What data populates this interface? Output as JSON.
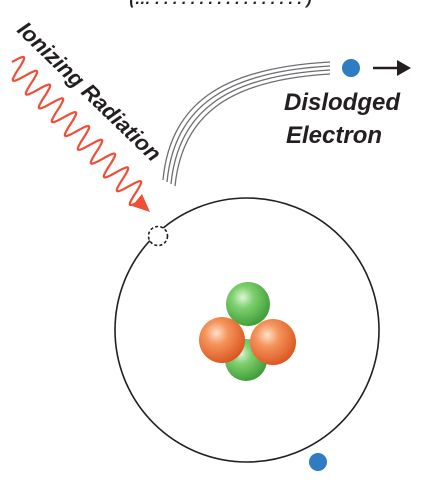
{
  "top_caption": "(… . . . . . . . . . . . . . . . . . )",
  "labels": {
    "ionizing_radiation": "Ionizing Radiation",
    "dislodged_line1": "Dislodged",
    "dislodged_line2": "Electron"
  },
  "colors": {
    "radiation_wave": "#f04e37",
    "electron": "#2e7cc2",
    "proton": "#e86a2c",
    "neutron": "#4db848",
    "orbit": "#231f20",
    "trail": "#6d6e71"
  },
  "icons": [
    "wave-icon",
    "arrow-right-icon",
    "electron-icon",
    "vacancy-icon",
    "proton-icon",
    "neutron-icon"
  ]
}
